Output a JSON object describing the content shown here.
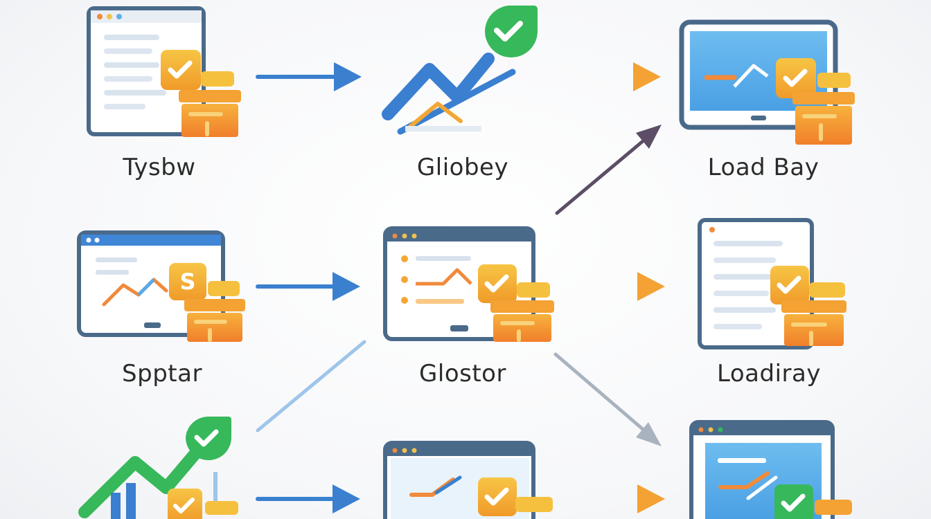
{
  "nodes": [
    {
      "label": "Tysbw"
    },
    {
      "label": "Gliobey"
    },
    {
      "label": "Load Bay"
    },
    {
      "label": "Spptar"
    },
    {
      "label": "Glostor"
    },
    {
      "label": "Loadiray"
    }
  ],
  "colors": {
    "blue": "#3a80cf",
    "orange": "#f3a233",
    "green": "#34b55a",
    "dark_arrow": "#5c4e66",
    "gray_arrow": "#a9b3bf",
    "light_blue_arrow": "#9ec5ea",
    "frame": "#4d6b8a",
    "screen": "#5db0ea",
    "check": "#f2b135"
  }
}
